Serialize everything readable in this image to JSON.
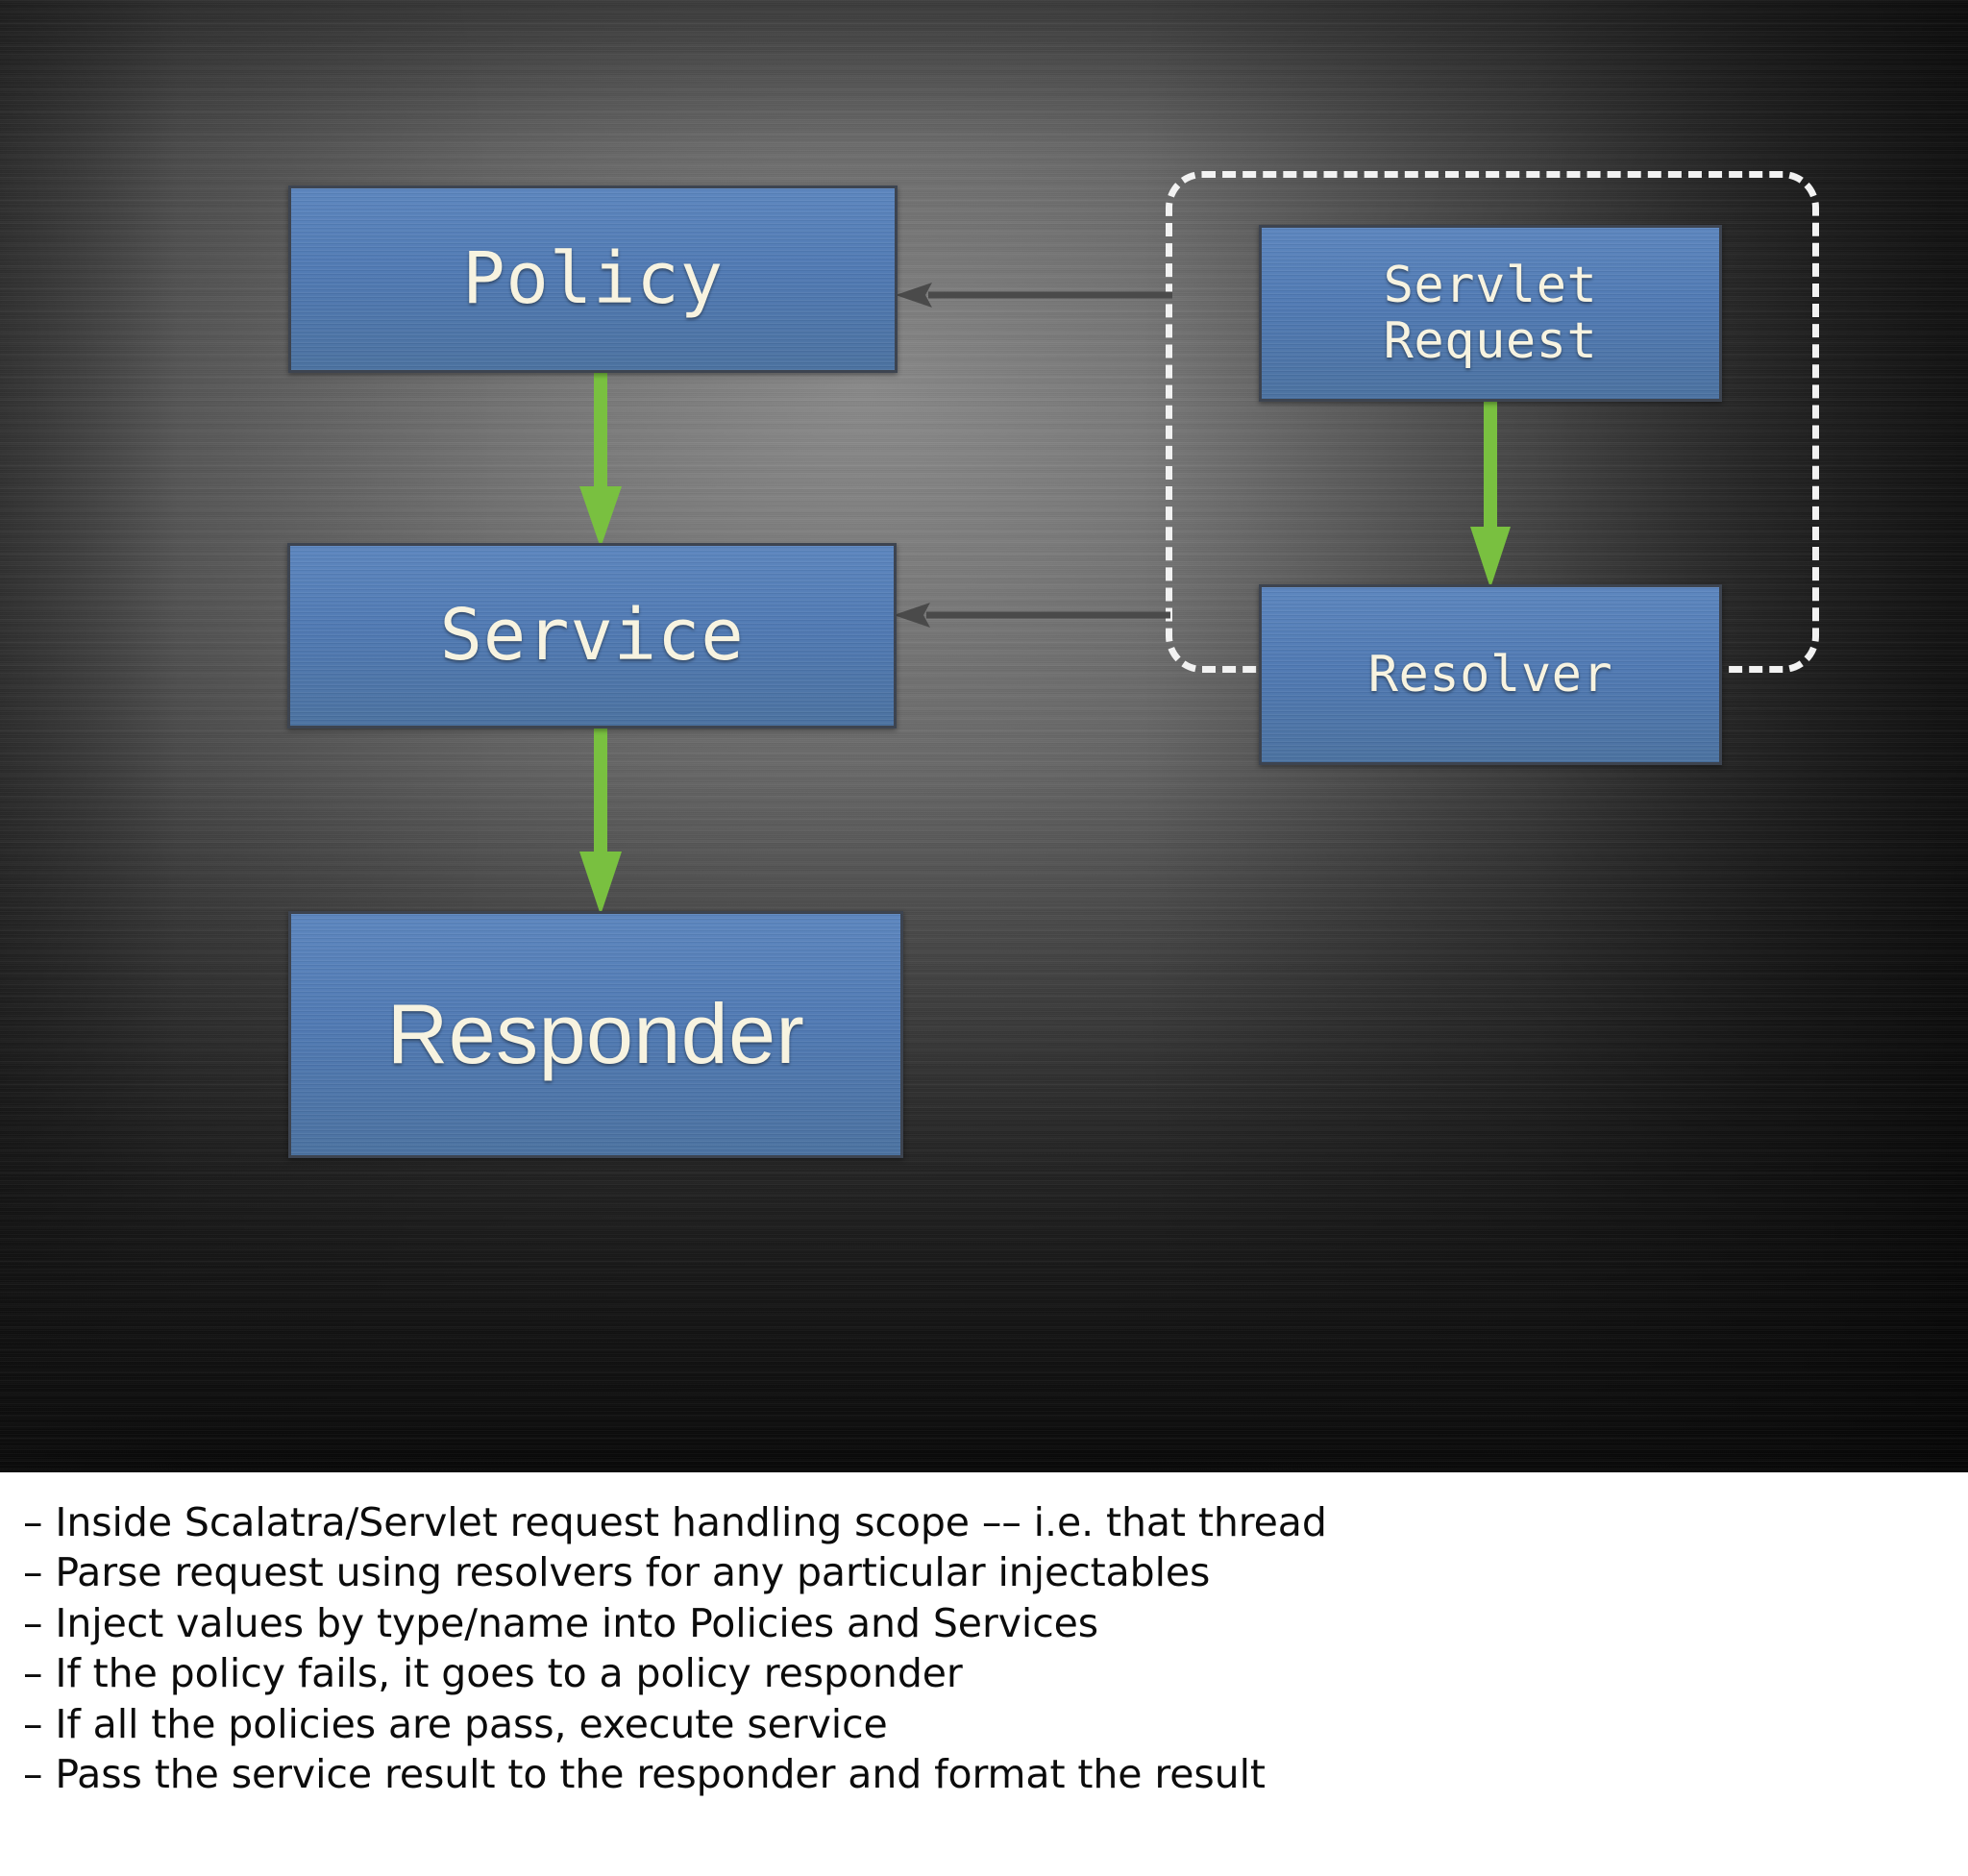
{
  "slide": {
    "background_color": "#3a3a3a",
    "accent_arrow_color": "#79c040",
    "node_fill_color": "#4e78b2",
    "node_border_color": "#3d4450",
    "node_text_color": "#f7f3e0",
    "scope_border_color": "#f2f2f2",
    "gray_arrow_color": "#4a4a4a"
  },
  "diagram": {
    "nodes": {
      "policy": {
        "label": "Policy"
      },
      "service": {
        "label": "Service"
      },
      "responder": {
        "label": "Responder"
      },
      "servlet_request": {
        "label_line1": "Servlet",
        "label_line2": "Request"
      },
      "resolver": {
        "label": "Resolver"
      }
    },
    "scope_container": {
      "name": "request-handling-scope",
      "style": "dashed-rounded"
    },
    "edges": [
      {
        "from": "policy",
        "to": "service",
        "style": "green-down-arrow"
      },
      {
        "from": "service",
        "to": "responder",
        "style": "green-down-arrow"
      },
      {
        "from": "servlet_request",
        "to": "resolver",
        "style": "green-down-arrow"
      },
      {
        "from": "scope_container",
        "to": "policy",
        "style": "gray-left-arrow"
      },
      {
        "from": "scope_container",
        "to": "service",
        "style": "gray-left-arrow"
      }
    ]
  },
  "notes": {
    "lines": [
      "– Inside Scalatra/Servlet request handling scope –– i.e. that thread",
      "– Parse request using resolvers for any particular injectables",
      "– Inject values by type/name into Policies and Services",
      "– If the policy fails, it goes to a policy responder",
      "– If all the policies are pass, execute service",
      "– Pass the service result to the responder and format the result"
    ]
  }
}
